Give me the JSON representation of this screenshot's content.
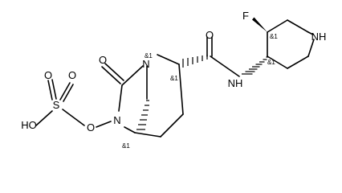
{
  "molecule": {
    "atom_labels": {
      "fluorine": "F",
      "piperidine_nitrogen": "NH",
      "amide_oxygen": "O",
      "amide_nitrogen": "NH",
      "bridgehead_nitrogen": "N",
      "urea_oxygen": "O",
      "urea_nitrogen": "N",
      "oxy_link": "O",
      "sulfur": "S",
      "sulfonyl_oxygen_left": "O",
      "sulfonyl_oxygen_right": "O",
      "hydroxyl": "HO"
    },
    "stereo_labels": {
      "fluoro_carbon": "&1",
      "amine_carbon": "&1",
      "bridgehead_nitrogen": "&1",
      "alpha_carbon": "&1",
      "bridgehead_carbon": "&1"
    },
    "bond_color": "#000000",
    "text_color": "#000000"
  }
}
